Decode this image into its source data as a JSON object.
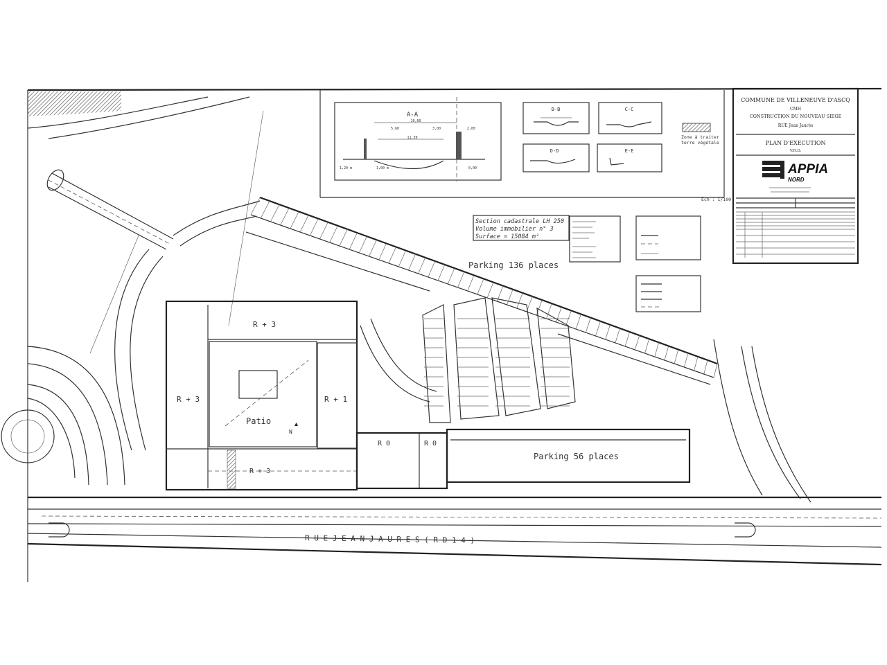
{
  "title_block": {
    "line1": "COMMUNE DE VILLENEUVE D'ASCQ",
    "line2": "CMH",
    "line3": "CONSTRUCTION DU NOUVEAU SIEGE",
    "line4": "RUE Jean Jaurès",
    "plan_title": "PLAN D'EXECUTION",
    "plan_subtitle": "V.R.D.",
    "company": "APPIA",
    "company_sub": "NORD"
  },
  "sections": {
    "aa": "A-A",
    "bb": "B-B",
    "cc": "C-C",
    "dd": "D-D",
    "ee": "E-E",
    "aa_dims": [
      "10,60",
      "5,60",
      "3,00",
      "2,00",
      "11,30",
      "1,20 m",
      "1,00 m",
      "0,00"
    ]
  },
  "legend": {
    "zone_line1": "Zone à traiter",
    "zone_line2": "terre végétale",
    "scale": "Ech : 1/100"
  },
  "cadastre": {
    "line1": "Section cadastrale LH 250",
    "line2": "Volume immobilier n° 3",
    "line3": "Surface = 15084 m²"
  },
  "plan_labels": {
    "parking_north": "Parking 136 places",
    "parking_south": "Parking 56 places",
    "r3_top": "R + 3",
    "r3_left": "R + 3",
    "r3_bottom": "R + 3",
    "r1": "R + 1",
    "patio": "Patio",
    "r0_a": "R 0",
    "r0_b": "R 0",
    "north": "N",
    "street_south": "R U E   J E A N   J A U R E S   ( R D 1 4 )"
  },
  "colors": {
    "ink": "#333333",
    "paper": "#ffffff",
    "hatch": "#777777"
  }
}
